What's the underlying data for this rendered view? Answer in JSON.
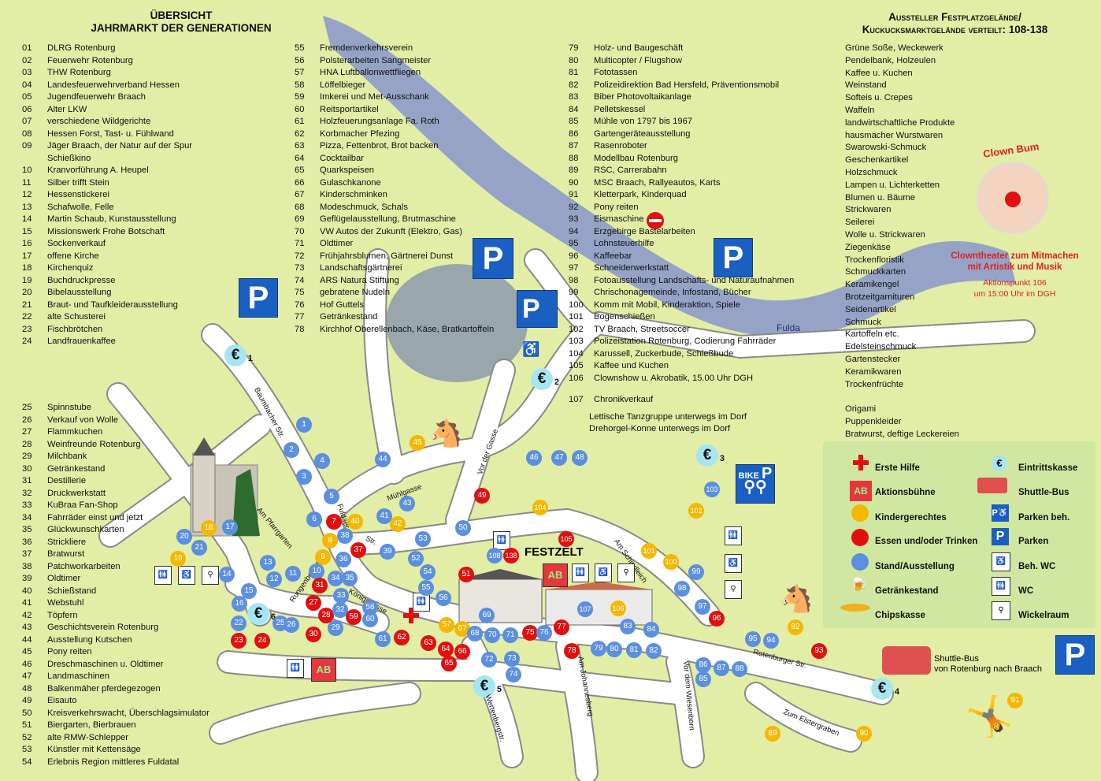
{
  "title": {
    "line1": "ÜBERSICHT",
    "line2": "JAHRMARKT DER GENERATIONEN"
  },
  "title_right": {
    "line1": "Aussteller Festplatzgelände/",
    "line2": "Kuckucksmarktgelände verteilt: 108-138"
  },
  "list_col1a": [
    [
      "01",
      "DLRG Rotenburg"
    ],
    [
      "02",
      "Feuerwehr Rotenburg"
    ],
    [
      "03",
      "THW Rotenburg"
    ],
    [
      "04",
      "Landesfeuerwehrverband Hessen"
    ],
    [
      "05",
      "Jugendfeuerwehr Braach"
    ],
    [
      "06",
      "Alter LKW"
    ],
    [
      "07",
      "verschiedene Wildgerichte"
    ],
    [
      "08",
      "Hessen Forst, Tast- u. Fühlwand"
    ],
    [
      "09",
      "Jäger Braach, der Natur auf der Spur"
    ],
    [
      "",
      "Schießkino"
    ],
    [
      "10",
      "Kranvorführung A. Heupel"
    ],
    [
      "11",
      "Silber trifft Stein"
    ],
    [
      "12",
      "Hessenstickerei"
    ],
    [
      "13",
      "Schafwolle, Felle"
    ],
    [
      "14",
      "Martin Schaub, Kunstausstellung"
    ],
    [
      "15",
      "Missionswerk Frohe Botschaft"
    ],
    [
      "16",
      "Sockenverkauf"
    ],
    [
      "17",
      "offene Kirche"
    ],
    [
      "18",
      "Kirchenquiz"
    ],
    [
      "19",
      "Buchdruckpresse"
    ],
    [
      "20",
      "Bibelausstellung"
    ],
    [
      "21",
      "Braut- und Taufkleiderausstellung"
    ],
    [
      "22",
      "alte Schusterei"
    ],
    [
      "23",
      "Fischbrötchen"
    ],
    [
      "24",
      "Landfrauenkaffee"
    ]
  ],
  "list_col1b": [
    [
      "25",
      "Spinnstube"
    ],
    [
      "26",
      "Verkauf von Wolle"
    ],
    [
      "27",
      "Flammkuchen"
    ],
    [
      "28",
      "Weinfreunde Rotenburg"
    ],
    [
      "29",
      "Milchbank"
    ],
    [
      "30",
      "Getränkestand"
    ],
    [
      "31",
      "Destillerie"
    ],
    [
      "32",
      "Druckwerkstatt"
    ],
    [
      "33",
      "KuBraa Fan-Shop"
    ],
    [
      "34",
      "Fahrräder einst und jetzt"
    ],
    [
      "35",
      "Glückwunschkarten"
    ],
    [
      "36",
      "Strickliere"
    ],
    [
      "37",
      "Bratwurst"
    ],
    [
      "38",
      "Patchworkarbeiten"
    ],
    [
      "39",
      "Oldtimer"
    ],
    [
      "40",
      "Schießstand"
    ],
    [
      "41",
      "Webstuhl"
    ],
    [
      "42",
      "Töpfern"
    ],
    [
      "43",
      "Geschichtsverein Rotenburg"
    ],
    [
      "44",
      "Ausstellung Kutschen"
    ],
    [
      "45",
      "Pony reiten"
    ],
    [
      "46",
      "Dreschmaschinen u. Oldtimer"
    ],
    [
      "47",
      "Landmaschinen"
    ],
    [
      "48",
      "Balkenmäher pferdegezogen"
    ],
    [
      "49",
      "Eisauto"
    ],
    [
      "50",
      "Kreisverkehrswacht, Überschlagsimulator"
    ],
    [
      "51",
      "Biergarten, Bierbrauen"
    ],
    [
      "52",
      "alte RMW-Schlepper"
    ],
    [
      "53",
      "Künstler mit Kettensäge"
    ],
    [
      "54",
      "Erlebnis Region mittleres Fuldatal"
    ]
  ],
  "list_col2": [
    [
      "55",
      "Fremdenverkehrsverein"
    ],
    [
      "56",
      "Polsterarbeiten Sangmeister"
    ],
    [
      "57",
      "HNA Luftballonwettfliegen"
    ],
    [
      "58",
      "Löffelbieger"
    ],
    [
      "59",
      "Imkerei und Met-Ausschank"
    ],
    [
      "60",
      "Reitsportartikel"
    ],
    [
      "61",
      "Holzfeuerungsanlage Fa. Roth"
    ],
    [
      "62",
      "Korbmacher Pfezing"
    ],
    [
      "63",
      "Pizza, Fettenbrot, Brot backen"
    ],
    [
      "64",
      "Cocktailbar"
    ],
    [
      "65",
      "Quarkspeisen"
    ],
    [
      "66",
      "Gulaschkanone"
    ],
    [
      "67",
      "Kinderschminken"
    ],
    [
      "68",
      "Modeschmuck, Schals"
    ],
    [
      "69",
      "Geflügelausstellung, Brutmaschine"
    ],
    [
      "70",
      "VW Autos der Zukunft (Elektro, Gas)"
    ],
    [
      "71",
      "Oldtimer"
    ],
    [
      "72",
      "Frühjahrsblumen, Gärtnerei Dunst"
    ],
    [
      "73",
      "Landschaftsgärtnerei"
    ],
    [
      "74",
      "ARS Natura Stiftung"
    ],
    [
      "75",
      "gebratene Nudeln"
    ],
    [
      "76",
      "Hof Guttels"
    ],
    [
      "77",
      "Getränkestand"
    ],
    [
      "78",
      "Kirchhof Oberellenbach, Käse, Bratkartoffeln"
    ]
  ],
  "list_col3": [
    [
      "79",
      "Holz- und Baugeschäft"
    ],
    [
      "80",
      "Multicopter / Flugshow"
    ],
    [
      "81",
      "Fototassen"
    ],
    [
      "82",
      "Polizeidirektion Bad Hersfeld, Präventionsmobil"
    ],
    [
      "83",
      "Biber Photovoltaikanlage"
    ],
    [
      "84",
      "Pelletskessel"
    ],
    [
      "85",
      "Mühle von 1797 bis 1967"
    ],
    [
      "86",
      "Gartengeräteausstellung"
    ],
    [
      "87",
      "Rasenroboter"
    ],
    [
      "88",
      "Modellbau Rotenburg"
    ],
    [
      "89",
      "RSC, Carrerabahn"
    ],
    [
      "90",
      "MSC Braach, Rallyeautos, Karts"
    ],
    [
      "91",
      "Kletterpark, Kinderquad"
    ],
    [
      "92",
      "Pony reiten"
    ],
    [
      "93",
      "Eismaschine"
    ],
    [
      "94",
      "Erzgebirge Bastelarbeiten"
    ],
    [
      "95",
      "Lohnsteuerhilfe"
    ],
    [
      "96",
      "Kaffeebar"
    ],
    [
      "97",
      "Schneiderwerkstatt"
    ],
    [
      "98",
      "Fotoausstellung Landschafts- und Naturaufnahmen"
    ],
    [
      "99",
      "Chrischonagemeinde, Infostand, Bücher"
    ],
    [
      "100",
      "Komm mit Mobil, Kinderaktion, Spiele"
    ],
    [
      "101",
      "Bogenschießen"
    ],
    [
      "102",
      "TV Braach, Streetsoccer"
    ],
    [
      "103",
      "Polizeistation Rotenburg, Codierung Fahrräder"
    ],
    [
      "104",
      "Karussell, Zuckerbude, Schießbude"
    ],
    [
      "105",
      "Kaffee und Kuchen"
    ],
    [
      "106",
      "Clownshow u. Akrobatik, 15.00 Uhr DGH"
    ]
  ],
  "list_col3_extra": {
    "n107": "107",
    "t107": "Chronikverkauf",
    "line1": "Lettische Tanzgruppe unterwegs im Dorf",
    "line2": "Drehorgel-Konne unterwegs im Dorf"
  },
  "list_col4": [
    "Grüne Soße, Weckewerk",
    "Pendelbank, Holzeulen",
    "Kaffee u. Kuchen",
    "Weinstand",
    "Softeis u. Crepes",
    "Waffeln",
    "landwirtschaftliche Produkte",
    "hausmacher Wurstwaren",
    "Swarowski-Schmuck",
    "Geschenkartikel",
    "Holzschmuck",
    "Lampen u. Lichterketten",
    "Blumen u. Bäume",
    "Strickwaren",
    "Seilerei",
    "Wolle u. Strickwaren",
    "Ziegenkäse",
    "Trockenfloristik",
    "Schmuckkarten",
    "Keramikengel",
    "Brotzeitgarnituren",
    "Seidenartikel",
    "Schmuck",
    "Kartoffeln etc.",
    "Edelsteinschmuck",
    "Gartenstecker",
    "Keramikwaren",
    "Trockenfrüchte",
    "",
    "Origami",
    "Puppenkleider",
    "Bratwurst, deftige Leckereien"
  ],
  "clown": {
    "name": "Clown Bum",
    "line1": "Clowntheater zum Mitmachen",
    "line2": "mit Artistik und Musik",
    "line3": "Aktionspunkt 106",
    "line4": "um 15:00 Uhr im DGH"
  },
  "legend": {
    "erste_hilfe": "Erste Hilfe",
    "aktionsbuehne": "Aktionsbühne",
    "kindergerechtes": "Kindergerechtes",
    "essen": "Essen und/oder Trinken",
    "stand": "Stand/Ausstellung",
    "getraenke": "Getränkestand",
    "chips": "Chipskasse",
    "eintritt": "Eintrittskasse",
    "shuttle": "Shuttle-Bus",
    "parken_beh": "Parken beh.",
    "parken": "Parken",
    "beh_wc": "Beh. WC",
    "wc": "WC",
    "wickel": "Wickelraum"
  },
  "labels": {
    "festzelt": "FESTZELT",
    "fulda": "Fulda",
    "parking": "P",
    "bike": "BIKE",
    "euro": "€",
    "ab": "AB",
    "shuttle_line1": "Shuttle-Bus",
    "shuttle_line2": "von Rotenburg nach Braach",
    "wc": "WC"
  },
  "streets": [
    "Baumbacher Str.",
    "Am Pfarrgarten",
    "Fuldaer Str.",
    "Str.",
    "Mühlgasse",
    "Vor der Gasse",
    "Am Schindleich",
    "Königsgasse",
    "Rungenberhstr.",
    "Am Johannesberg",
    "Wertenbergstr.",
    "Vor dem Wiesenborn",
    "Rotenburger Str.",
    "Zum Elstergraben"
  ],
  "euro_points": [
    "1",
    "2",
    "3",
    "4",
    "5",
    "6"
  ],
  "markers": [
    [
      "1",
      "blue"
    ],
    [
      "2",
      "blue"
    ],
    [
      "3",
      "blue"
    ],
    [
      "4",
      "blue"
    ],
    [
      "5",
      "blue"
    ],
    [
      "6",
      "blue"
    ],
    [
      "7",
      "red"
    ],
    [
      "8",
      "yellow"
    ],
    [
      "9",
      "yellow"
    ],
    [
      "10",
      "blue"
    ],
    [
      "11",
      "blue"
    ],
    [
      "12",
      "blue"
    ],
    [
      "13",
      "blue"
    ],
    [
      "14",
      "blue"
    ],
    [
      "15",
      "blue"
    ],
    [
      "16",
      "blue"
    ],
    [
      "17",
      "blue"
    ],
    [
      "18",
      "yellow"
    ],
    [
      "19",
      "yellow"
    ],
    [
      "20",
      "blue"
    ],
    [
      "21",
      "blue"
    ],
    [
      "22",
      "blue"
    ],
    [
      "23",
      "red"
    ],
    [
      "24",
      "red"
    ],
    [
      "25",
      "blue"
    ],
    [
      "26",
      "blue"
    ],
    [
      "27",
      "red"
    ],
    [
      "28",
      "red"
    ],
    [
      "29",
      "blue"
    ],
    [
      "30",
      "red"
    ],
    [
      "31",
      "red"
    ],
    [
      "32",
      "blue"
    ],
    [
      "33",
      "blue"
    ],
    [
      "34",
      "blue"
    ],
    [
      "35",
      "blue"
    ],
    [
      "36",
      "blue"
    ],
    [
      "37",
      "red"
    ],
    [
      "38",
      "blue"
    ],
    [
      "39",
      "blue"
    ],
    [
      "40",
      "yellow"
    ],
    [
      "41",
      "blue"
    ],
    [
      "42",
      "yellow"
    ],
    [
      "43",
      "blue"
    ],
    [
      "44",
      "blue"
    ],
    [
      "45",
      "yellow"
    ],
    [
      "46",
      "blue"
    ],
    [
      "47",
      "blue"
    ],
    [
      "48",
      "blue"
    ],
    [
      "49",
      "red"
    ],
    [
      "50",
      "blue"
    ],
    [
      "51",
      "red"
    ],
    [
      "52",
      "blue"
    ],
    [
      "53",
      "blue"
    ],
    [
      "54",
      "blue"
    ],
    [
      "55",
      "blue"
    ],
    [
      "56",
      "blue"
    ],
    [
      "57",
      "yellow"
    ],
    [
      "58",
      "blue"
    ],
    [
      "59",
      "red"
    ],
    [
      "60",
      "blue"
    ],
    [
      "61",
      "blue"
    ],
    [
      "62",
      "red"
    ],
    [
      "63",
      "red"
    ],
    [
      "64",
      "red"
    ],
    [
      "65",
      "red"
    ],
    [
      "66",
      "red"
    ],
    [
      "67",
      "yellow"
    ],
    [
      "68",
      "blue"
    ],
    [
      "69",
      "blue"
    ],
    [
      "70",
      "blue"
    ],
    [
      "71",
      "blue"
    ],
    [
      "72",
      "blue"
    ],
    [
      "73",
      "blue"
    ],
    [
      "74",
      "blue"
    ],
    [
      "75",
      "red"
    ],
    [
      "76",
      "blue"
    ],
    [
      "77",
      "red"
    ],
    [
      "78",
      "red"
    ],
    [
      "79",
      "blue"
    ],
    [
      "80",
      "blue"
    ],
    [
      "81",
      "blue"
    ],
    [
      "82",
      "blue"
    ],
    [
      "83",
      "blue"
    ],
    [
      "84",
      "blue"
    ],
    [
      "85",
      "blue"
    ],
    [
      "86",
      "blue"
    ],
    [
      "87",
      "blue"
    ],
    [
      "88",
      "blue"
    ],
    [
      "89",
      "yellow"
    ],
    [
      "90",
      "yellow"
    ],
    [
      "91",
      "yellow"
    ],
    [
      "92",
      "yellow"
    ],
    [
      "93",
      "red"
    ],
    [
      "94",
      "blue"
    ],
    [
      "95",
      "blue"
    ],
    [
      "96",
      "red"
    ],
    [
      "97",
      "blue"
    ],
    [
      "98",
      "blue"
    ],
    [
      "99",
      "blue"
    ],
    [
      "100",
      "yellow"
    ],
    [
      "101",
      "yellow"
    ],
    [
      "102",
      "yellow"
    ],
    [
      "103",
      "blue"
    ],
    [
      "104",
      "yellow"
    ],
    [
      "105",
      "red"
    ],
    [
      "106",
      "yellow"
    ],
    [
      "107",
      "blue"
    ],
    [
      "108",
      "blue"
    ],
    [
      "138",
      "red"
    ]
  ],
  "colors": {
    "background": "#e2eda6",
    "road": "#ffffff",
    "river": "#7f8fcf",
    "pond": "#5c6bb0",
    "stand": "#5b8fe0",
    "food": "#e01010",
    "kids": "#f5b800",
    "parking": "#1a5fc2",
    "euro": "#a6e6f2",
    "legend_bg": "#cfe7a0"
  }
}
